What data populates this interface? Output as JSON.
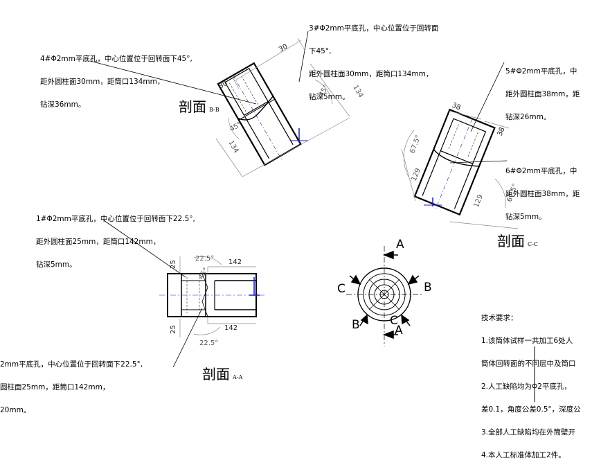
{
  "notes": {
    "hole3": [
      "3#Φ2mm平底孔，中心位置位于回转面",
      "下45°,",
      "距外圆柱面30mm，距筒口134mm，",
      "钻深5mm。"
    ],
    "hole4": [
      "4#Φ2mm平底孔，中心位置位于回转面下45°,",
      "距外圆柱面30mm，距筒口134mm，",
      "钻深36mm。"
    ],
    "hole5": [
      "5#Φ2mm平底孔，中",
      "距外圆柱面38mm，距",
      "钻深26mm。"
    ],
    "hole6": [
      "6#Φ2mm平底孔，中",
      "距外圆柱面38mm，距",
      "钻深5mm。"
    ],
    "hole1": [
      "1#Φ2mm平底孔，中心位置位于回转面下22.5°,",
      "距外圆柱面25mm，距筒口142mm，",
      "钻深5mm。"
    ],
    "hole2": [
      "2mm平底孔，中心位置位于回转面下22.5°,",
      "圆柱面25mm，距筒口142mm，",
      "20mm。"
    ]
  },
  "section_labels": {
    "bb": {
      "main": "剖面",
      "sub": "B-B"
    },
    "cc": {
      "main": "剖面",
      "sub": "C-C"
    },
    "aa": {
      "main": "剖面",
      "sub": "A-A"
    }
  },
  "dims": {
    "bb_30a": "30",
    "bb_30b": "30",
    "bb_45a": "45°",
    "bb_45b": "45°",
    "bb_134a": "134",
    "bb_134b": "134",
    "cc_38a": "38",
    "cc_38b": "38",
    "cc_675a": "67.5°",
    "cc_675b": "67.5°",
    "cc_129a": "129",
    "cc_129b": "129",
    "aa_25a": "25",
    "aa_25b": "25",
    "aa_225a": "22.5°",
    "aa_225b": "22.5°",
    "aa_142a": "142",
    "aa_142b": "142",
    "aa_45": "45°"
  },
  "view_letters": {
    "a_top": "A",
    "a_bottom": "A",
    "b_right": "B",
    "b_left": "B",
    "c_left": "C",
    "c_right": "C"
  },
  "tech": {
    "heading": "技术要求：",
    "lines": [
      "1.该筒体试样一共加工6处人",
      "筒体回转面的不同层中及筒口",
      "2.人工缺陷均为Φ2平底孔，",
      "差0.1，角度公差0.5°，深度公",
      "3.全部人工缺陷均在外筒壁开",
      "4.本人工标准体加工2件。"
    ]
  },
  "colors": {
    "line": "#000000",
    "dim": "#555555",
    "axis": "#1a1acc"
  }
}
